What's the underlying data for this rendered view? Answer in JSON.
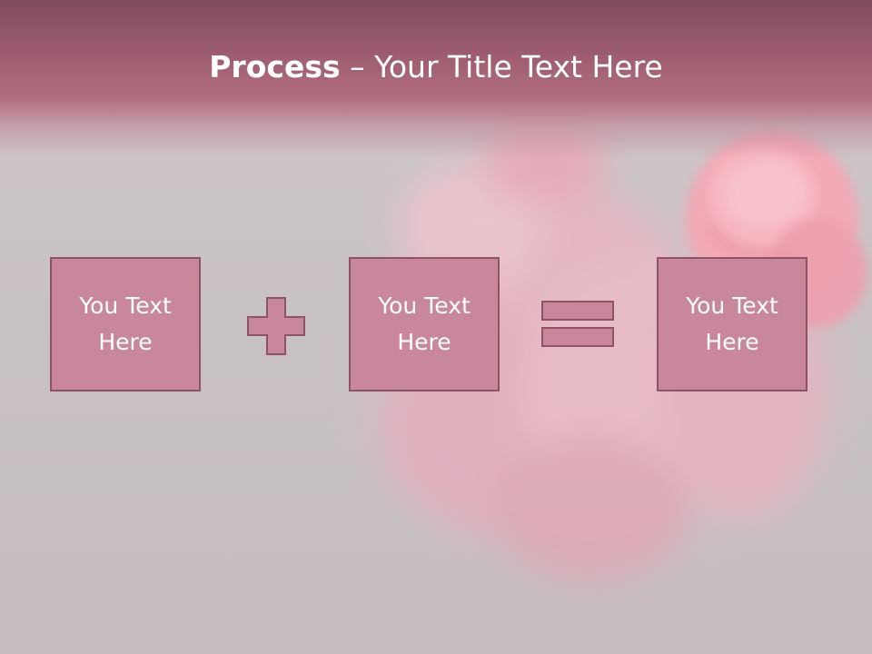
{
  "slide": {
    "title_bold": "Process",
    "title_rest": " – Your Title Text Here",
    "boxes": [
      {
        "text": "You Text Here"
      },
      {
        "text": "You Text Here"
      },
      {
        "text": "You Text Here"
      }
    ],
    "operators": [
      "plus-icon",
      "equals-icon"
    ],
    "colors": {
      "header": "#a86478",
      "box_fill": "#c8879a",
      "box_border": "#8e5366",
      "text": "#ffffff",
      "background": "#c9c3c6"
    }
  }
}
